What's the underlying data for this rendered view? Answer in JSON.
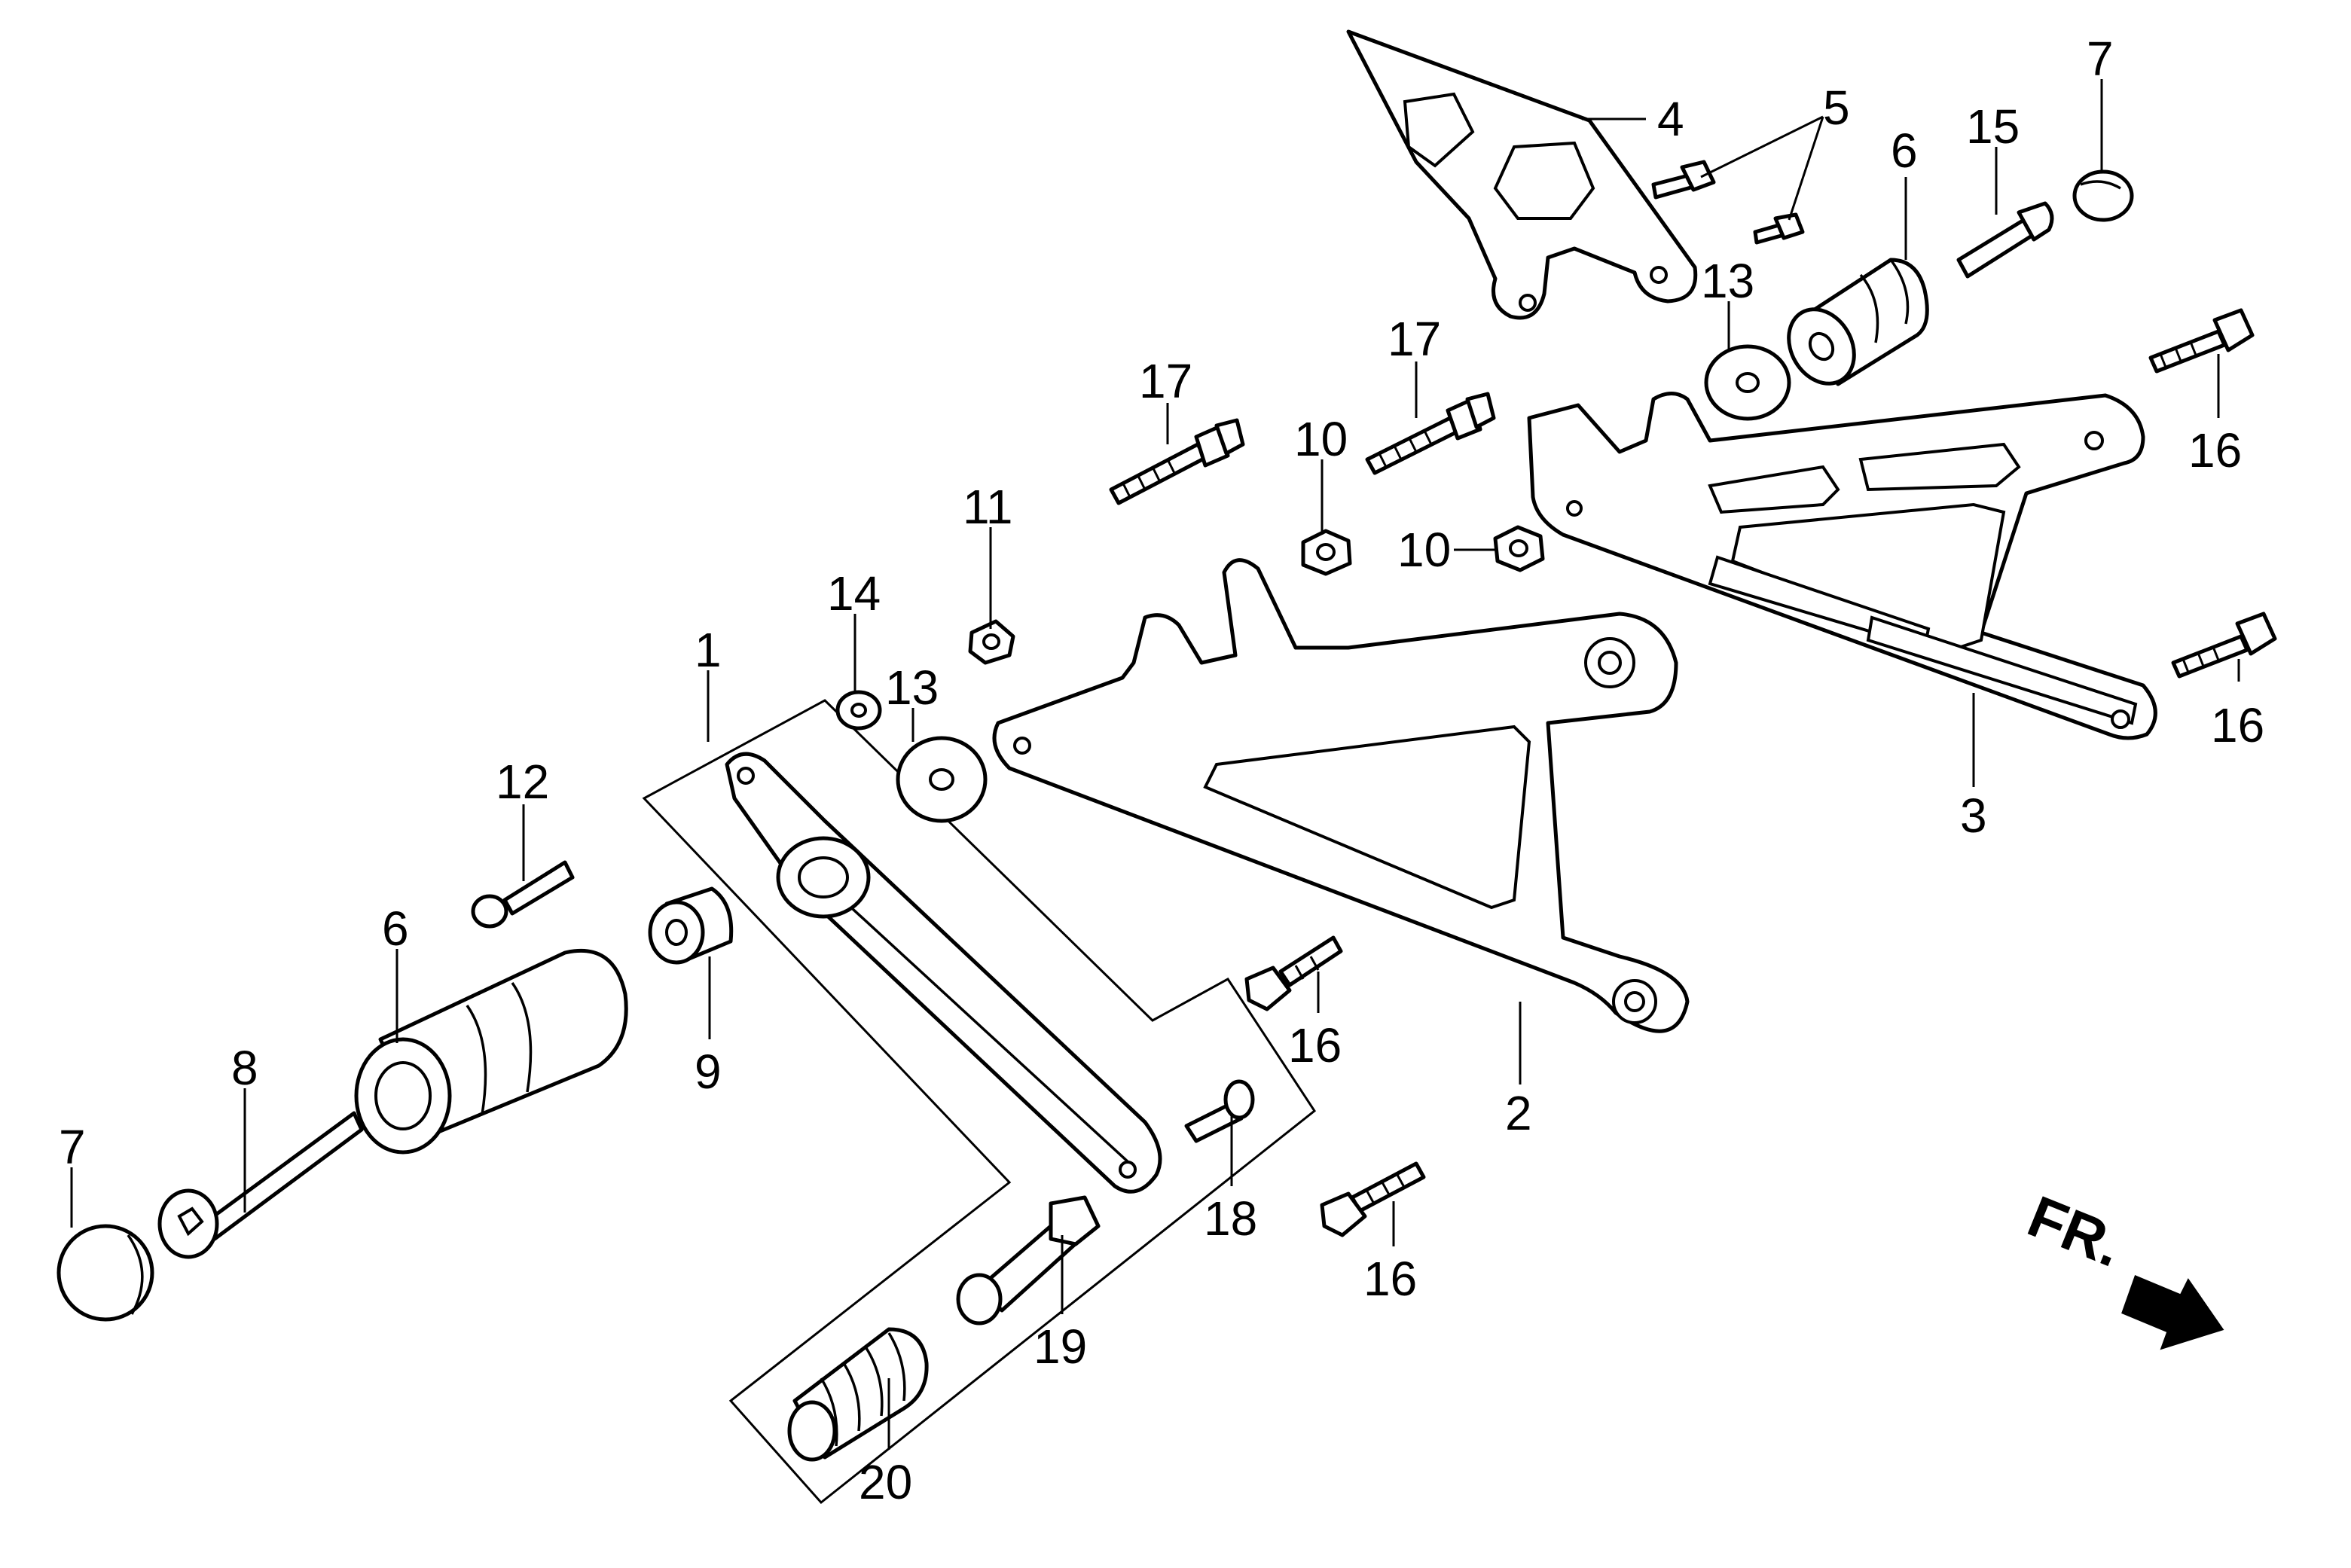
{
  "callouts": [
    {
      "id": "c1",
      "text": "1"
    },
    {
      "id": "c2",
      "text": "2"
    },
    {
      "id": "c3",
      "text": "3"
    },
    {
      "id": "c4",
      "text": "4"
    },
    {
      "id": "c5",
      "text": "5"
    },
    {
      "id": "c6a",
      "text": "6"
    },
    {
      "id": "c6b",
      "text": "6"
    },
    {
      "id": "c7a",
      "text": "7"
    },
    {
      "id": "c7b",
      "text": "7"
    },
    {
      "id": "c8",
      "text": "8"
    },
    {
      "id": "c9",
      "text": "9"
    },
    {
      "id": "c10a",
      "text": "10"
    },
    {
      "id": "c10b",
      "text": "10"
    },
    {
      "id": "c11",
      "text": "11"
    },
    {
      "id": "c12",
      "text": "12"
    },
    {
      "id": "c13a",
      "text": "13"
    },
    {
      "id": "c13b",
      "text": "13"
    },
    {
      "id": "c14",
      "text": "14"
    },
    {
      "id": "c15",
      "text": "15"
    },
    {
      "id": "c16a",
      "text": "16"
    },
    {
      "id": "c16b",
      "text": "16"
    },
    {
      "id": "c16c",
      "text": "16"
    },
    {
      "id": "c16d",
      "text": "16"
    },
    {
      "id": "c17a",
      "text": "17"
    },
    {
      "id": "c17b",
      "text": "17"
    },
    {
      "id": "c18",
      "text": "18"
    },
    {
      "id": "c19",
      "text": "19"
    },
    {
      "id": "c20",
      "text": "20"
    }
  ],
  "direction_label": "FR."
}
